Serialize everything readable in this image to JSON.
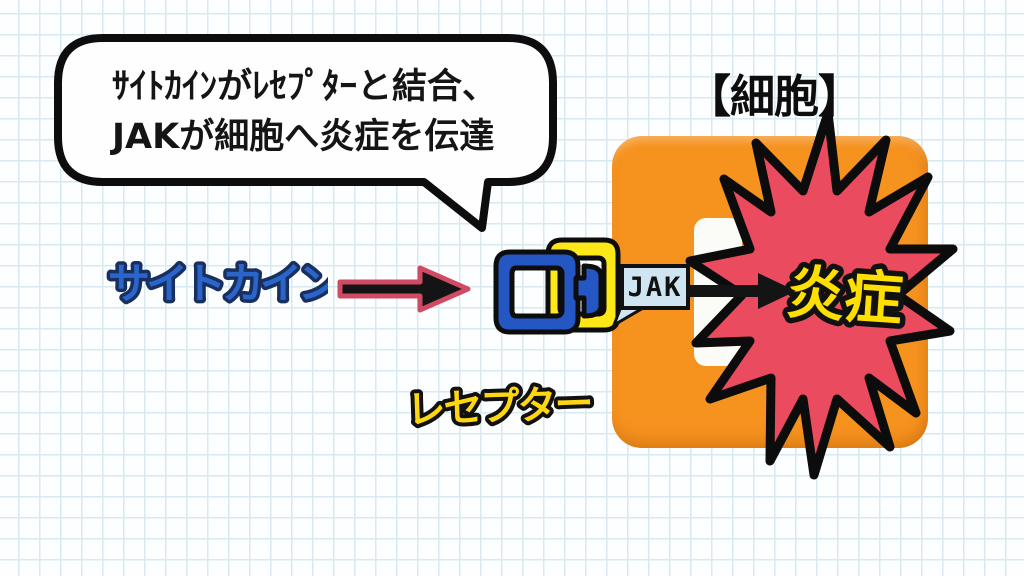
{
  "bubble": {
    "line1": "ｻｲﾄｶｲﾝがﾚｾﾌﾟﾀｰと結合、",
    "line2": "JAKが細胞へ炎症を伝達"
  },
  "cell": {
    "title": "【細胞】"
  },
  "labels": {
    "cytokine": "サイトカイン",
    "receptor": "レセプター",
    "jak": "JAK",
    "inflammation": "炎症"
  },
  "colors": {
    "background": "#fcfeff",
    "grid_line": "#d8e9ef",
    "cell_orange": "#f6921e",
    "burst_red": "#ea4b5f",
    "inflammation_yellow": "#ffdf00",
    "receptor_yellow": "#ffe817",
    "receptor_blue": "#2456c4",
    "cytokine_blue": "#2a65cc",
    "cytokine_outline": "#19305f",
    "arrow_black": "#141414",
    "arrow_red_outline": "#d14a64",
    "jak_box_blue": "#cfe6f2",
    "outline_black": "#0d0d0d"
  }
}
